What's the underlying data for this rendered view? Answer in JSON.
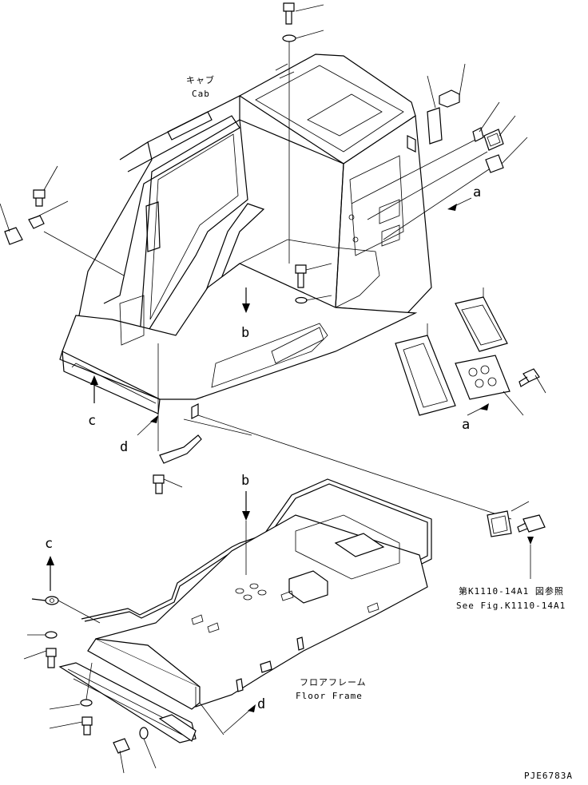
{
  "labels": {
    "cab_jp": "キャブ",
    "cab_en": "Cab",
    "floor_jp": "フロアフレーム",
    "floor_en": "Floor Frame",
    "ref_jp": "第K1110-14A1 図参照",
    "ref_en": "See Fig.K1110-14A1",
    "drawing_no": "PJE6783A"
  },
  "callouts": {
    "a_upper": "a",
    "a_lower": "a",
    "b_upper": "b",
    "b_lower": "b",
    "c_upper": "c",
    "c_lower": "c",
    "d_upper": "d",
    "d_lower": "d"
  }
}
